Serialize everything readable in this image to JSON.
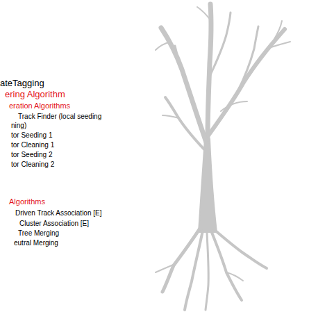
{
  "diagram": {
    "labels": [
      "ateTagging",
      "ering Algorithm",
      "eration Algorithms",
      "Track Finder (local seeding",
      "ning)",
      "tor Seeding 1",
      "tor Cleaning 1",
      "tor Seeding 2",
      "tor Cleaning 2",
      "Algorithms",
      "Driven Track Association [E]",
      "Cluster Association [E]",
      "Tree Merging",
      "eutral Merging"
    ]
  }
}
